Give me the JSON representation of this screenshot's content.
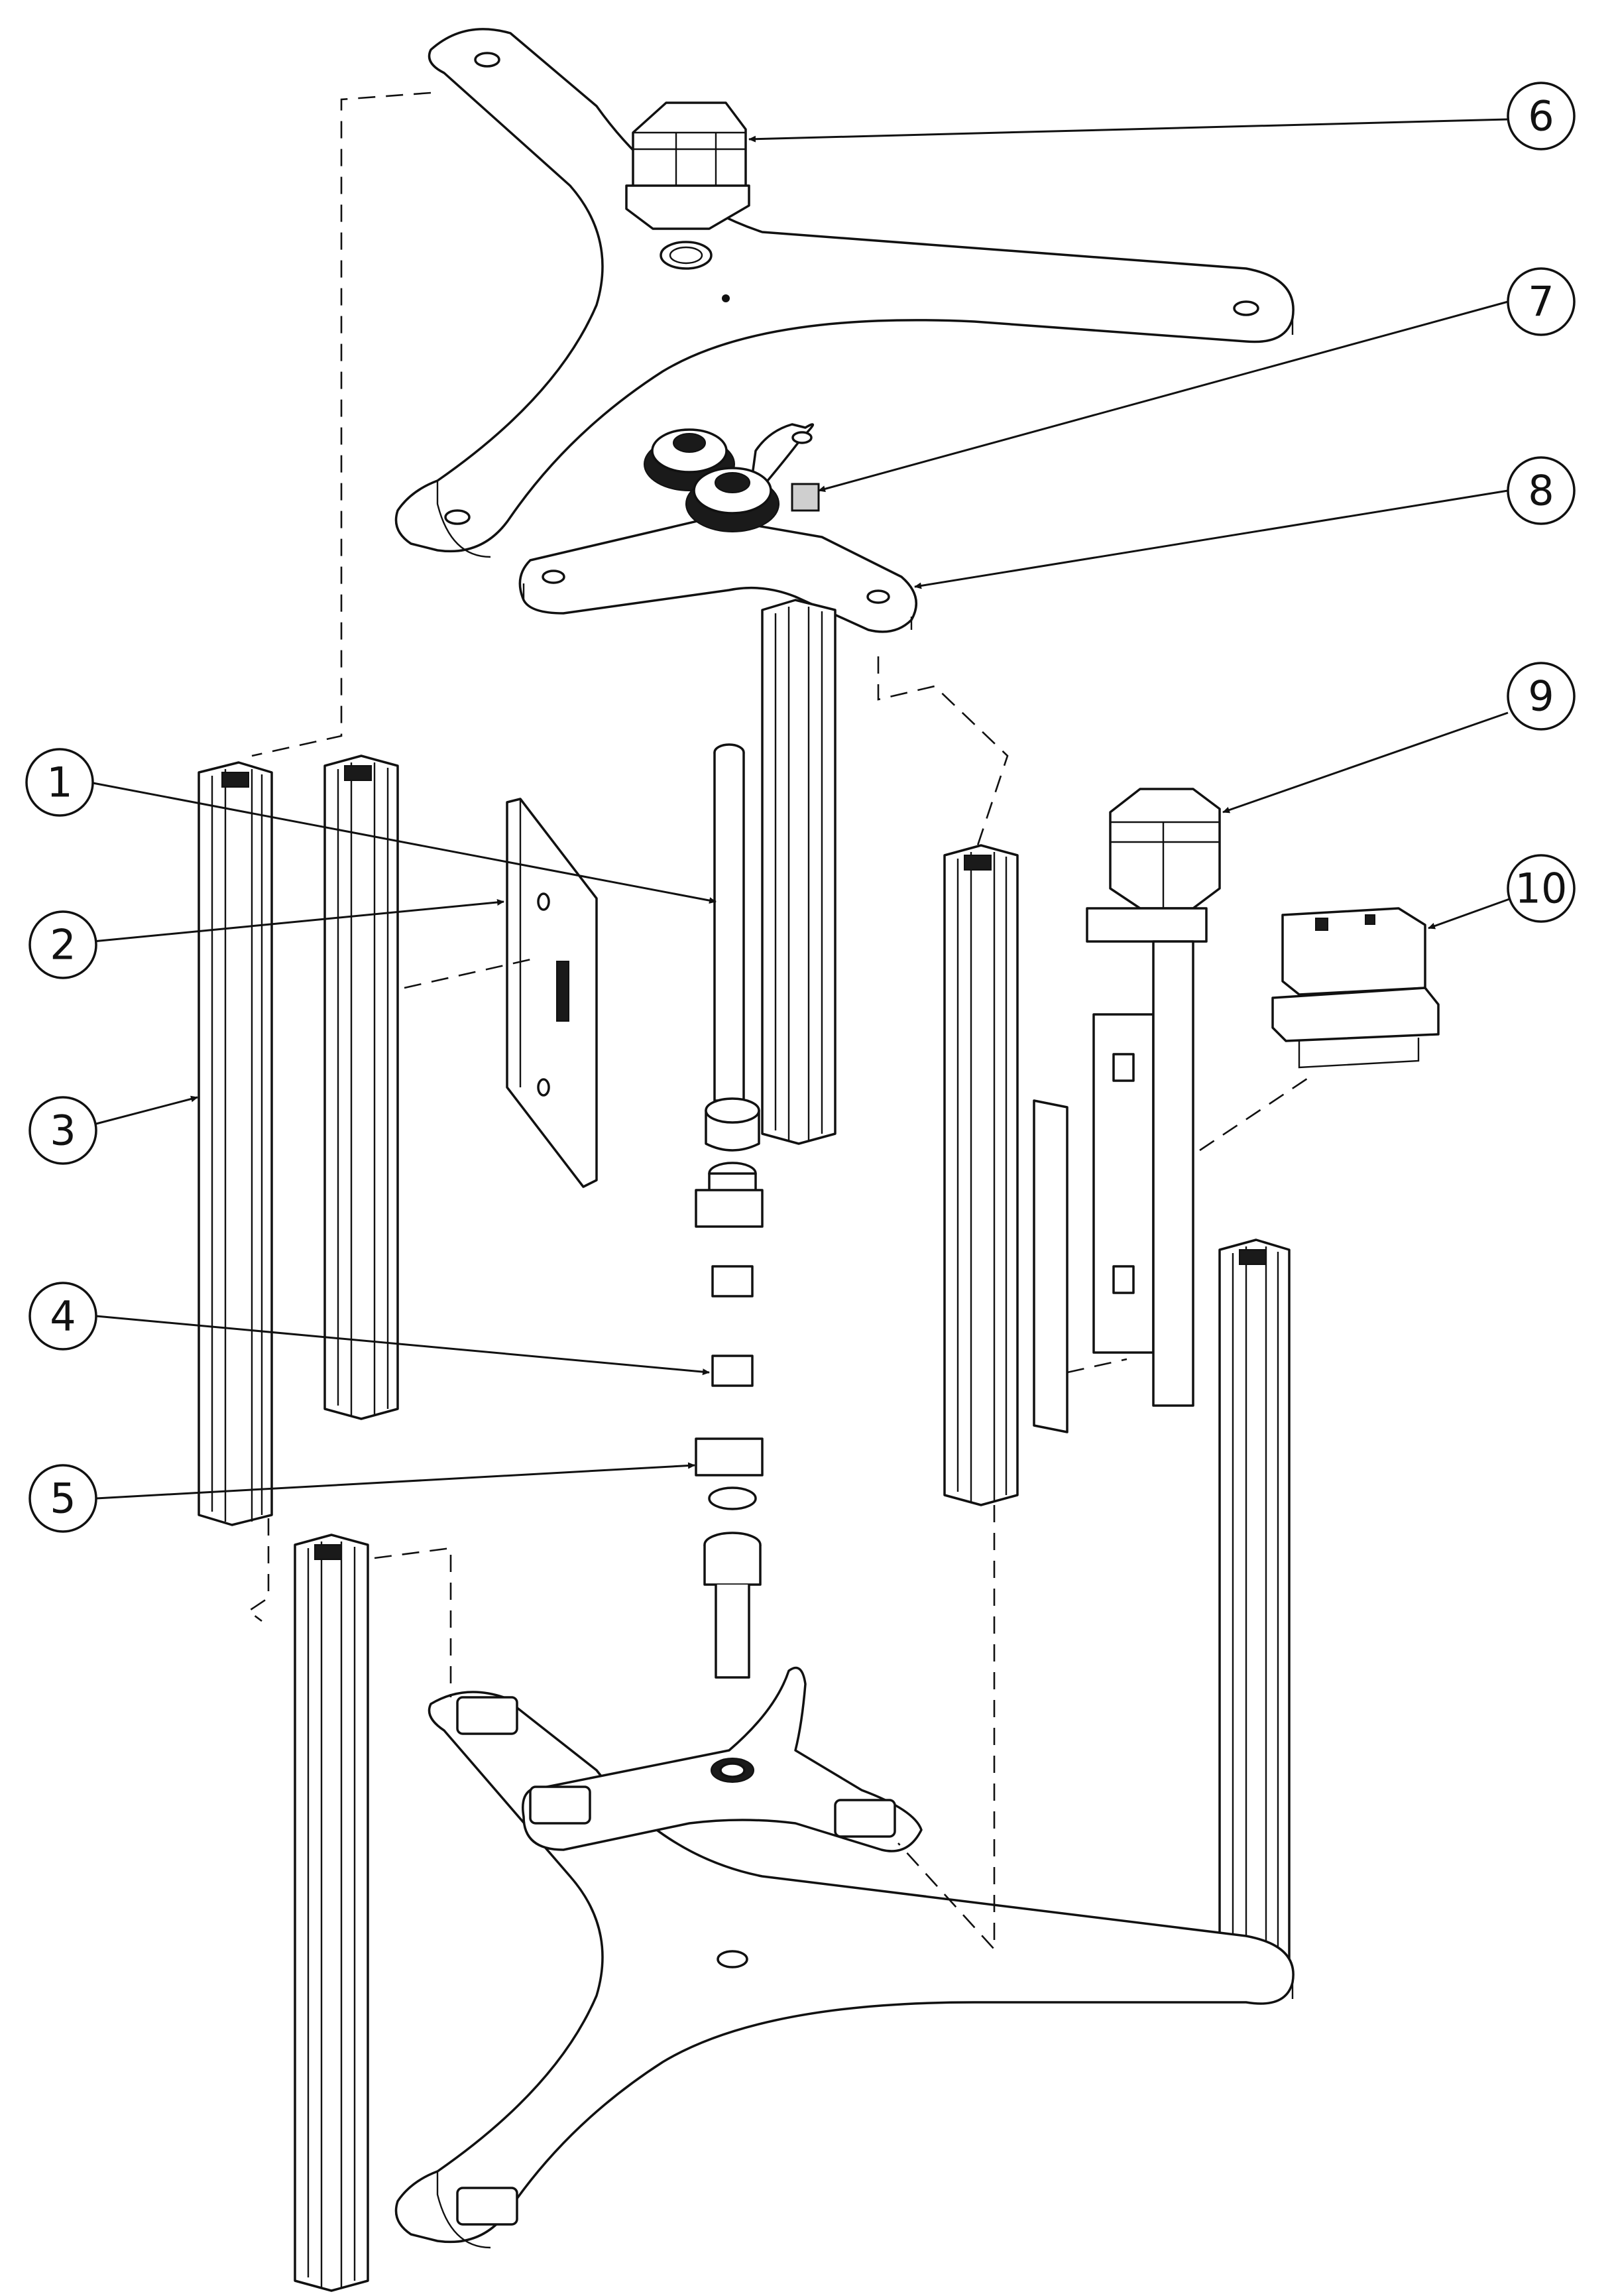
{
  "balloons": [
    {
      "id": "1",
      "label": "1"
    },
    {
      "id": "2",
      "label": "2"
    },
    {
      "id": "3",
      "label": "3"
    },
    {
      "id": "4",
      "label": "4"
    },
    {
      "id": "5",
      "label": "5"
    },
    {
      "id": "6",
      "label": "6"
    },
    {
      "id": "7",
      "label": "7"
    },
    {
      "id": "8",
      "label": "8"
    },
    {
      "id": "9",
      "label": "9"
    },
    {
      "id": "10",
      "label": "10"
    }
  ]
}
